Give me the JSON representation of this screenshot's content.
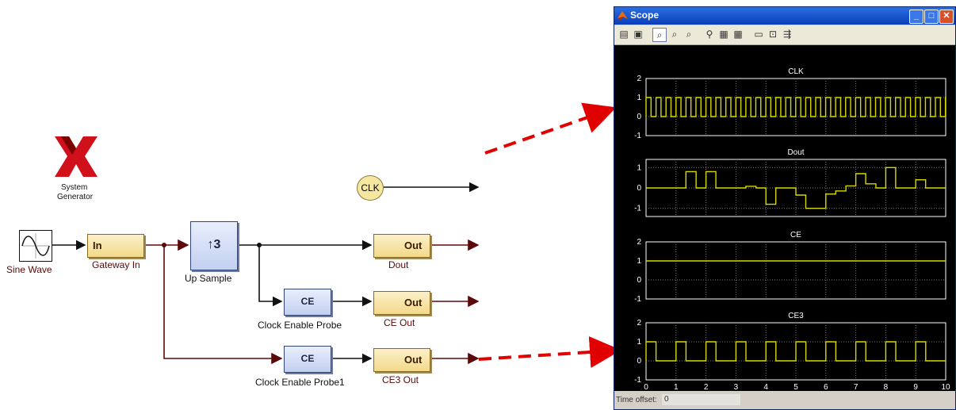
{
  "diagram": {
    "logo_caption_line1": "System",
    "logo_caption_line2": "Generator",
    "blocks": {
      "sine_wave": "Sine Wave",
      "gateway_in": {
        "port": "In",
        "label": "Gateway In"
      },
      "up_sample": {
        "symbol": "↑3",
        "label": "Up Sample"
      },
      "clk": "CLK",
      "dout": {
        "port": "Out",
        "label": "Dout"
      },
      "ce_probe": {
        "port": "CE",
        "label": "Clock Enable Probe"
      },
      "ce_out": {
        "port": "Out",
        "label": "CE Out"
      },
      "ce_probe1": {
        "port": "CE",
        "label": "Clock Enable Probe1"
      },
      "ce3_out": {
        "port": "Out",
        "label": "CE3 Out"
      }
    },
    "colors": {
      "signal_line": "#5a0a0a",
      "callout_arrow": "#e00000",
      "logo": "#d0101a"
    }
  },
  "scope": {
    "title": "Scope",
    "toolbar_icons": [
      "print-icon",
      "params-icon",
      "zoom-icon",
      "zoom-x-icon",
      "zoom-y-icon",
      "binoculars-icon",
      "save-axes-icon",
      "restore-axes-icon",
      "floating-scope-icon",
      "lock-icon",
      "signal-selection-icon"
    ],
    "status": {
      "label": "Time offset:",
      "value": "0"
    },
    "trace_color": "#d8d800",
    "x_ticks": [
      "0",
      "1",
      "2",
      "3",
      "4",
      "5",
      "6",
      "7",
      "8",
      "9",
      "10"
    ],
    "panels": [
      {
        "title": "CLK",
        "yticks": [
          "2",
          "1",
          "0",
          "-1"
        ]
      },
      {
        "title": "Dout",
        "yticks": [
          "1",
          "0",
          "-1"
        ]
      },
      {
        "title": "CE",
        "yticks": [
          "2",
          "1",
          "0",
          "-1"
        ]
      },
      {
        "title": "CE3",
        "yticks": [
          "2",
          "1",
          "0",
          "-1"
        ]
      }
    ]
  },
  "chart_data": {
    "type": "line",
    "xlim": [
      0,
      10
    ],
    "x_ticks": [
      0,
      1,
      2,
      3,
      4,
      5,
      6,
      7,
      8,
      9,
      10
    ],
    "panels": [
      {
        "title": "CLK",
        "ylim": [
          -1,
          2
        ],
        "series_steps": {
          "period": 0.333,
          "duty": 0.5,
          "high": 1,
          "low": 0
        }
      },
      {
        "title": "Dout",
        "ylim": [
          -1.4,
          1.4
        ],
        "x": [
          0,
          1,
          1.33,
          1.67,
          2,
          2.33,
          3,
          3.33,
          3.67,
          4,
          4.33,
          5,
          5.33,
          6,
          6.33,
          6.67,
          7,
          7.33,
          7.67,
          8,
          8.33,
          8.67,
          9,
          9.33,
          9.67,
          10
        ],
        "y": [
          0,
          0,
          0.8,
          0,
          0.8,
          0,
          0,
          0.08,
          0,
          -0.8,
          0,
          -0.35,
          -1,
          -0.3,
          -0.15,
          0.1,
          0.7,
          0.2,
          0,
          1,
          0,
          0,
          0.4,
          0,
          0,
          0
        ]
      },
      {
        "title": "CE",
        "ylim": [
          -1,
          2
        ],
        "x": [
          0,
          10
        ],
        "y": [
          1,
          1
        ]
      },
      {
        "title": "CE3",
        "ylim": [
          -1,
          2
        ],
        "series_steps": {
          "period": 1,
          "duty": 0.333,
          "high": 1,
          "low": 0,
          "phase": 0
        }
      }
    ]
  }
}
